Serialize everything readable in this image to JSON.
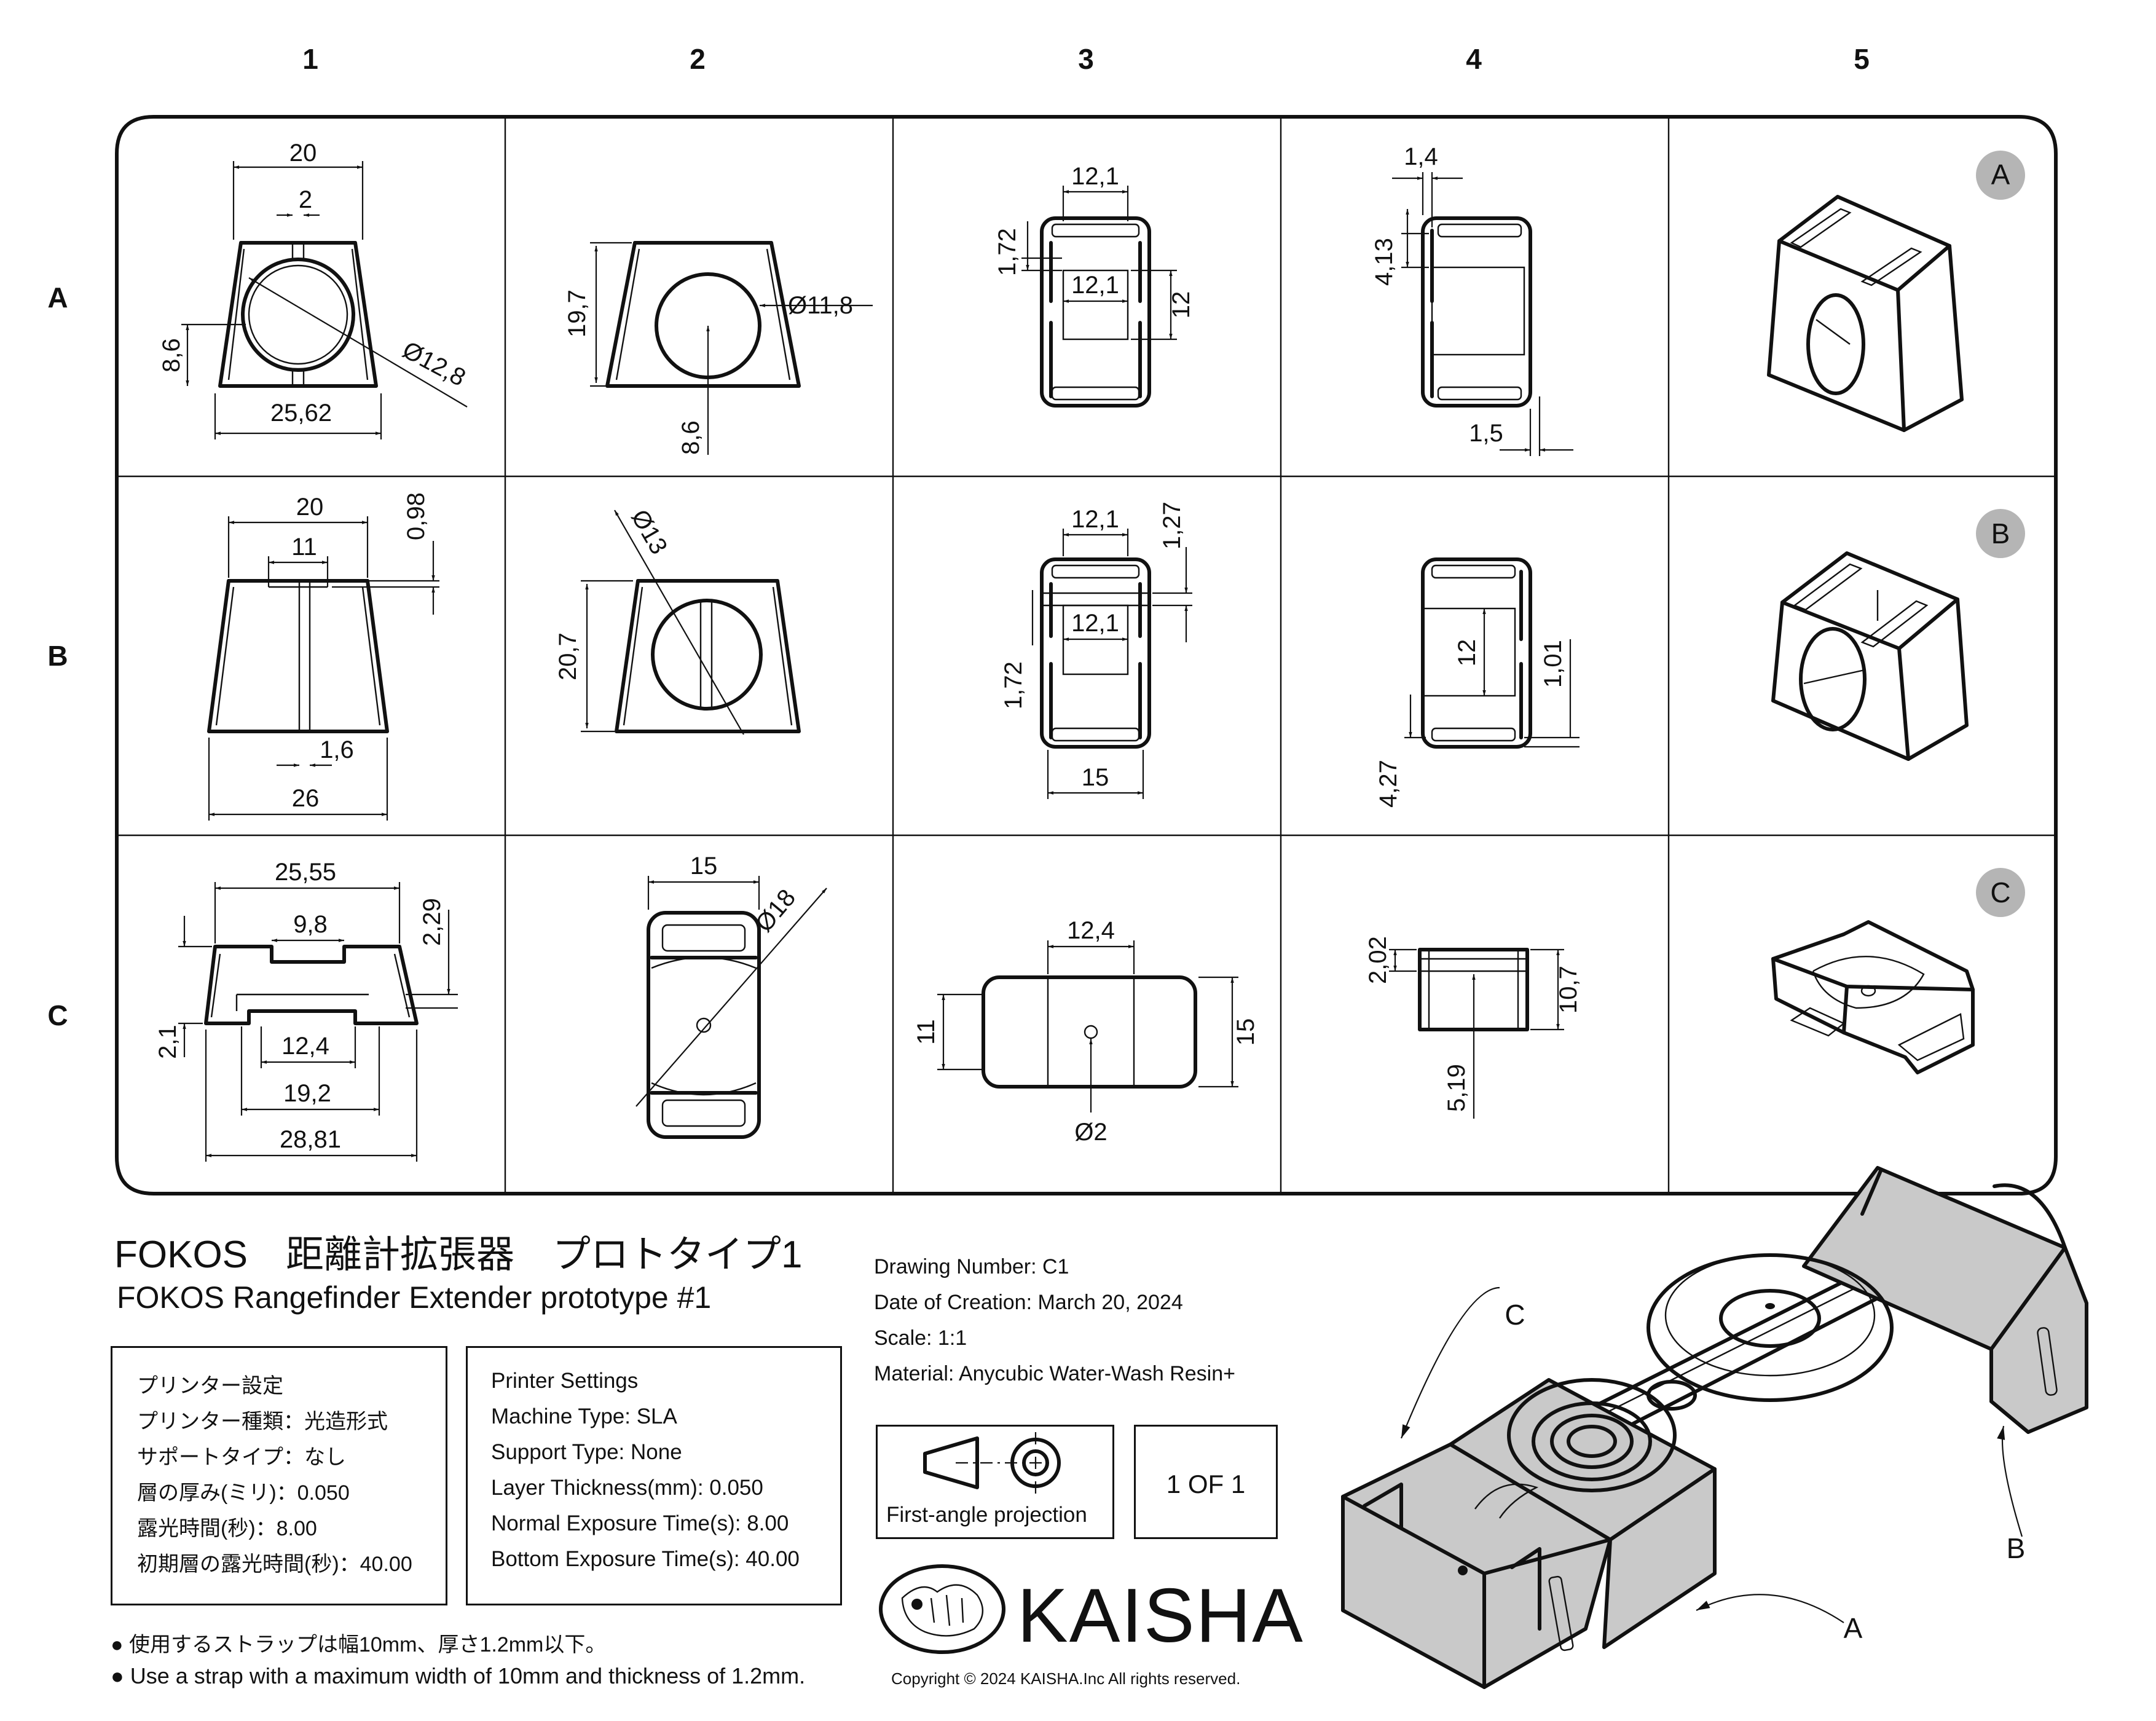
{
  "columns": [
    "1",
    "2",
    "3",
    "4",
    "5"
  ],
  "rows": [
    "A",
    "B",
    "C"
  ],
  "views": {
    "a1": {
      "w_top": "20",
      "slot": "2",
      "height": "8,6",
      "w_bottom": "25,62",
      "dia": "Ø12,8"
    },
    "a2": {
      "height": "19,7",
      "dia": "Ø11,8",
      "center": "8,6"
    },
    "a3": {
      "w_outer": "12,1",
      "w_inner": "12,1",
      "h_notch": "1,72",
      "h": "12"
    },
    "a4": {
      "gap": "1,4",
      "h": "4,13",
      "bottom": "1,5"
    },
    "b1": {
      "w_top": "20",
      "w_inner": "11",
      "h_top": "0,98",
      "slot": "1,6",
      "w_bottom": "26"
    },
    "b2": {
      "dia": "Ø13",
      "height": "20,7"
    },
    "b3": {
      "w_outer": "12,1",
      "h_top": "1,27",
      "w_inner": "12,1",
      "h_notch": "1,72",
      "w_bottom": "15"
    },
    "b4": {
      "h": "12",
      "notch": "1,01",
      "bottom": "4,27"
    },
    "c1": {
      "w_top": "25,55",
      "w_slot": "9,8",
      "h_right": "2,29",
      "h_left": "2,1",
      "w_in": "12,4",
      "w_mid": "19,2",
      "w_bottom": "28,81"
    },
    "c2": {
      "w": "15",
      "dia": "Ø18"
    },
    "c3": {
      "w": "12,4",
      "h_left": "11",
      "h_right": "15",
      "hole": "Ø2"
    },
    "c4": {
      "h_top": "2,02",
      "h": "10,7",
      "h_low": "5,19"
    }
  },
  "badges": {
    "a": "A",
    "b": "B",
    "c": "C"
  },
  "title_jp": "FOKOS　距離計拡張器　プロトタイプ1",
  "title_en": "FOKOS Rangefinder Extender prototype #1",
  "printer_jp": {
    "heading": "プリンター設定",
    "lines": [
      "プリンター種類：光造形式",
      "サポートタイプ：なし",
      "層の厚み(ミリ)：0.050",
      "露光時間(秒)：8.00",
      "初期層の露光時間(秒)：40.00"
    ]
  },
  "printer_en": {
    "heading": "Printer Settings",
    "lines": [
      "Machine Type: SLA",
      "Support Type: None",
      "Layer Thickness(mm): 0.050",
      "Normal Exposure Time(s): 8.00",
      "Bottom Exposure Time(s): 40.00"
    ]
  },
  "notes": [
    "使用するストラップは幅10mm、厚さ1.2mm以下。",
    "Use a strap with a maximum width of 10mm and thickness of 1.2mm."
  ],
  "info": {
    "drawing_number": "Drawing Number: C1",
    "date": "Date of Creation: March 20, 2024",
    "scale": "Scale: 1:1",
    "material": "Material: Anycubic Water-Wash Resin+"
  },
  "projection": "First-angle projection",
  "sheet": "1 OF 1",
  "brand": "KAISHA",
  "copyright": "Copyright © 2024 KAISHA.Inc All rights reserved.",
  "assembly_labels": {
    "a": "A",
    "b": "B",
    "c": "C"
  },
  "colors": {
    "line": "#111111",
    "badge": "#b5b5b5",
    "part": "#c9c9c9",
    "paper": "#ffffff"
  }
}
